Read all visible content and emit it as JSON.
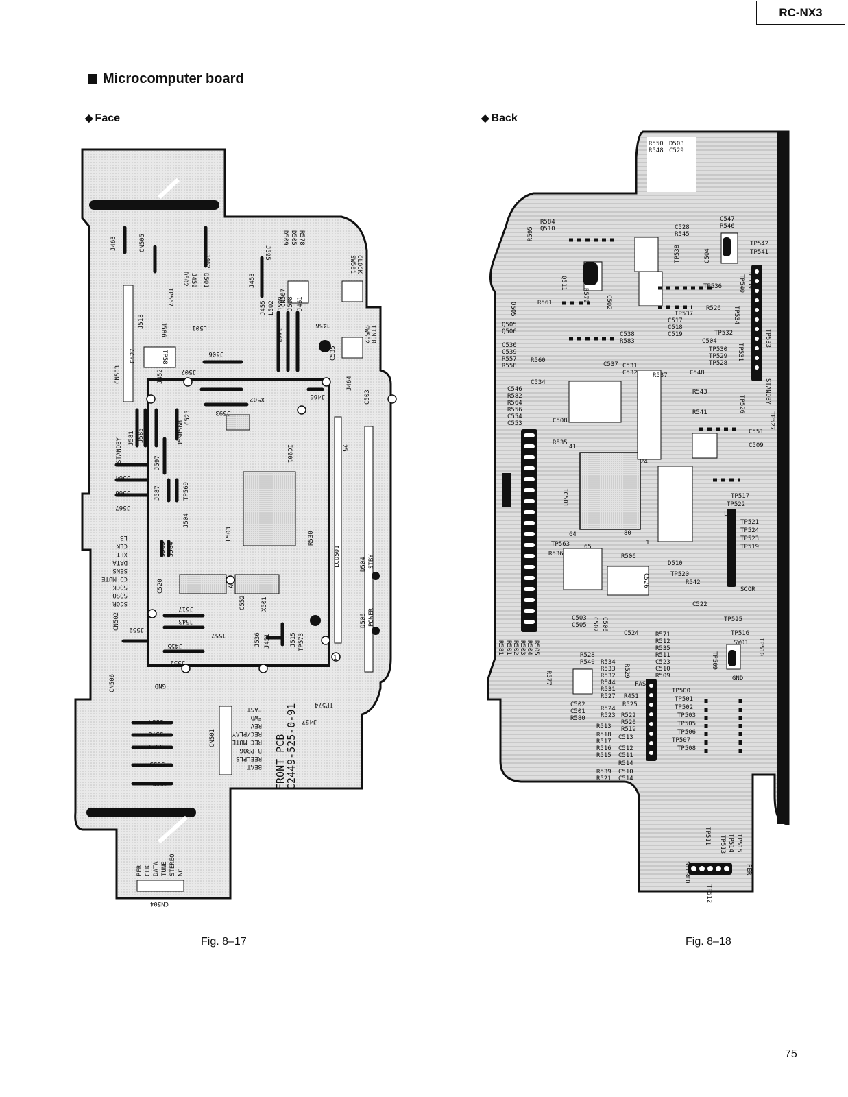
{
  "header": {
    "model": "RC-NX3"
  },
  "section": {
    "title": "Microcomputer board"
  },
  "face": {
    "subtitle": "Face",
    "caption": "Fig. 8–17",
    "pcb_text_line1": "FRONT PCB",
    "pcb_text_line2": "C2449-525-0-91",
    "labels": {
      "cn505": "CN505",
      "j463": "J463",
      "j462": "J462",
      "j595": "J595",
      "d509": "D509",
      "d505": "D505",
      "r578": "R578",
      "sw501": "SW501",
      "clock": "CLOCK",
      "cn503": "CN503",
      "j518": "J518",
      "j586": "J586",
      "tp567": "TP567",
      "d502": "D502",
      "j459": "J459",
      "d501": "D501",
      "l501": "L501",
      "j453": "J453",
      "cn507": "CN507",
      "j455": "J455",
      "l502": "L502",
      "j599": "J599",
      "j598": "J598",
      "j461": "J461",
      "j456": "J456",
      "sw502": "SW502",
      "timer": "TIMER",
      "c527": "C527",
      "tp58": "TP58",
      "j452": "J452",
      "j507": "J507",
      "j506": "J506",
      "j467": "J467",
      "c535": "C535",
      "j464": "J464",
      "c503": "C503",
      "j593": "J593",
      "x502": "X502",
      "j466": "J466",
      "j581": "J581",
      "j585": "J585",
      "j591": "J591",
      "tp568": "TP568",
      "c525": "C525",
      "j597": "J597",
      "ic901": "IC901",
      "n25": "25",
      "j564": "J564",
      "j566": "J566",
      "j567": "J567",
      "j587": "J587",
      "tp569": "TP569",
      "j504": "J504",
      "l503": "L503",
      "r530": "R530",
      "lcd501": "LCD501",
      "d504": "D504",
      "stby": "STBY",
      "c520": "C520",
      "j583": "J583",
      "j584": "J584",
      "c552": "C552",
      "x501": "X501",
      "d506": "D506",
      "power": "POWER",
      "cn502": "CN502",
      "j517": "J517",
      "j543": "J543",
      "j557": "J557",
      "j536": "J536",
      "j451": "J451",
      "j515": "J515",
      "tp573": "TP573",
      "j559": "J559",
      "j455b": "J455",
      "j552": "J552",
      "cn506": "CN506",
      "tp574": "TP574",
      "j554": "J554",
      "j570": "J570",
      "j571": "J571",
      "j555": "J555",
      "cn501": "CN501",
      "j457": "J457",
      "j562": "J562",
      "cn504": "CN504",
      "fast": "FAST",
      "fwd": "FWD",
      "rev": "REV",
      "recplay": "REC/PLAY",
      "recmute": "REC MUTE",
      "bprog": "B PROG",
      "reelpls": "REELPLS",
      "beat": "BEAT",
      "per": "PER",
      "clk": "CLK",
      "data": "DATA",
      "tune": "TUNE",
      "stereo": "STEREO",
      "nc": "NC",
      "lb": "LB",
      "clk2": "CLK",
      "xlt": "XLT",
      "data2": "DATA",
      "sens": "SENS",
      "cdmute": "CD MUTE",
      "sqck": "SQCK",
      "sqso": "SQSO",
      "scor": "SCOR",
      "standby": "STANDBY",
      "gnd": "GND",
      "n1": "1",
      "a": "A"
    }
  },
  "back": {
    "subtitle": "Back",
    "caption": "Fig. 8–18",
    "labels": {
      "r550": "R550",
      "d503": "D503",
      "r548": "R548",
      "c529": "C529",
      "r584": "R584",
      "q510": "Q510",
      "r595": "R595",
      "c528": "C528",
      "r545": "R545",
      "c547": "C547",
      "r546": "R546",
      "tp538": "TP538",
      "c504": "C504",
      "tp542": "TP542",
      "tp541": "TP541",
      "q511": "Q511",
      "r579": "R579",
      "c502": "C502",
      "tp536": "TP536",
      "tp540": "TP540",
      "tp539": "TP539",
      "r561": "R561",
      "q505": "Q505",
      "tp537": "TP537",
      "r526": "R526",
      "tp534": "TP534",
      "q505b": "Q505",
      "q506": "Q506",
      "c517": "C517",
      "c518": "C518",
      "c519": "C519",
      "tp532": "TP532",
      "c536": "C536",
      "c539": "C539",
      "r557": "R557",
      "r558": "R558",
      "c538": "C538",
      "r583": "R583",
      "c504b": "C504",
      "tp530": "TP530",
      "tp529": "TP529",
      "tp528": "TP528",
      "tp531": "TP531",
      "r560": "R560",
      "c534": "C534",
      "c537": "C537",
      "c531": "C531",
      "c532": "C532",
      "r537": "R537",
      "c548": "C548",
      "tp533": "TP533",
      "c546": "C546",
      "r582": "R582",
      "r564": "R564",
      "r556": "R556",
      "c554": "C554",
      "c553": "C553",
      "r543": "R543",
      "r541": "R541",
      "tp526": "TP526",
      "tp527": "TP527",
      "c508": "C508",
      "r535": "R535",
      "c551": "C551",
      "c509": "C509",
      "ic501": "IC501",
      "tp517": "TP517",
      "tp522": "TP522",
      "tp521": "TP521",
      "tp524": "TP524",
      "tp523": "TP523",
      "tp519": "TP519",
      "tp563": "TP563",
      "r536": "R536",
      "r506": "R506",
      "c526": "C526",
      "d510": "D510",
      "tp520": "TP520",
      "r542": "R542",
      "c522": "C522",
      "scor": "SCOR",
      "c503": "C503",
      "c505": "C505",
      "c507": "C507",
      "c506": "C506",
      "c524": "C524",
      "r571": "R571",
      "r512": "R512",
      "r535b": "R535",
      "r511": "R511",
      "c523": "C523",
      "c510": "C510",
      "r509": "R509",
      "tp525": "TP525",
      "tp516": "TP516",
      "sw01": "SW01",
      "tp510": "TP510",
      "tp509": "TP509",
      "gnd": "GND",
      "r505": "R505",
      "r504": "R504",
      "r503": "R503",
      "r502": "R502",
      "r501": "R501",
      "r581": "R581",
      "r528": "R528",
      "r540": "R540",
      "r534": "R534",
      "r533": "R533",
      "r532": "R532",
      "r544": "R544",
      "r531": "R531",
      "r527": "R527",
      "r529": "R529",
      "r451": "R451",
      "r525": "R525",
      "fast": "FAST",
      "r577": "R577",
      "c502b": "C502",
      "c501": "C501",
      "r580": "R580",
      "r524": "R524",
      "r523": "R523",
      "r522": "R522",
      "r520": "R520",
      "r519": "R519",
      "tp500": "TP500",
      "tp501": "TP501",
      "tp502": "TP502",
      "tp503": "TP503",
      "tp505": "TP505",
      "tp506": "TP506",
      "tp507": "TP507",
      "tp508": "TP508",
      "r513": "R513",
      "r518": "R518",
      "r517": "R517",
      "r516": "R516",
      "r515": "R515",
      "c513": "C513",
      "c512": "C512",
      "c511": "C511",
      "r514": "R514",
      "r539": "R539",
      "r521": "R521",
      "c510b": "C510",
      "c514": "C514",
      "tp511": "TP511",
      "tp513": "TP513",
      "tp514": "TP514",
      "tp515": "TP515",
      "tp512": "TP512",
      "stereo": "STEREO",
      "per": "PER",
      "n24": "24",
      "n64": "64",
      "n65": "65",
      "n1": "1",
      "n41": "41",
      "n80": "80",
      "standby": "STANDBY",
      "lb": "LB"
    }
  },
  "footer": {
    "page_number": "75"
  }
}
